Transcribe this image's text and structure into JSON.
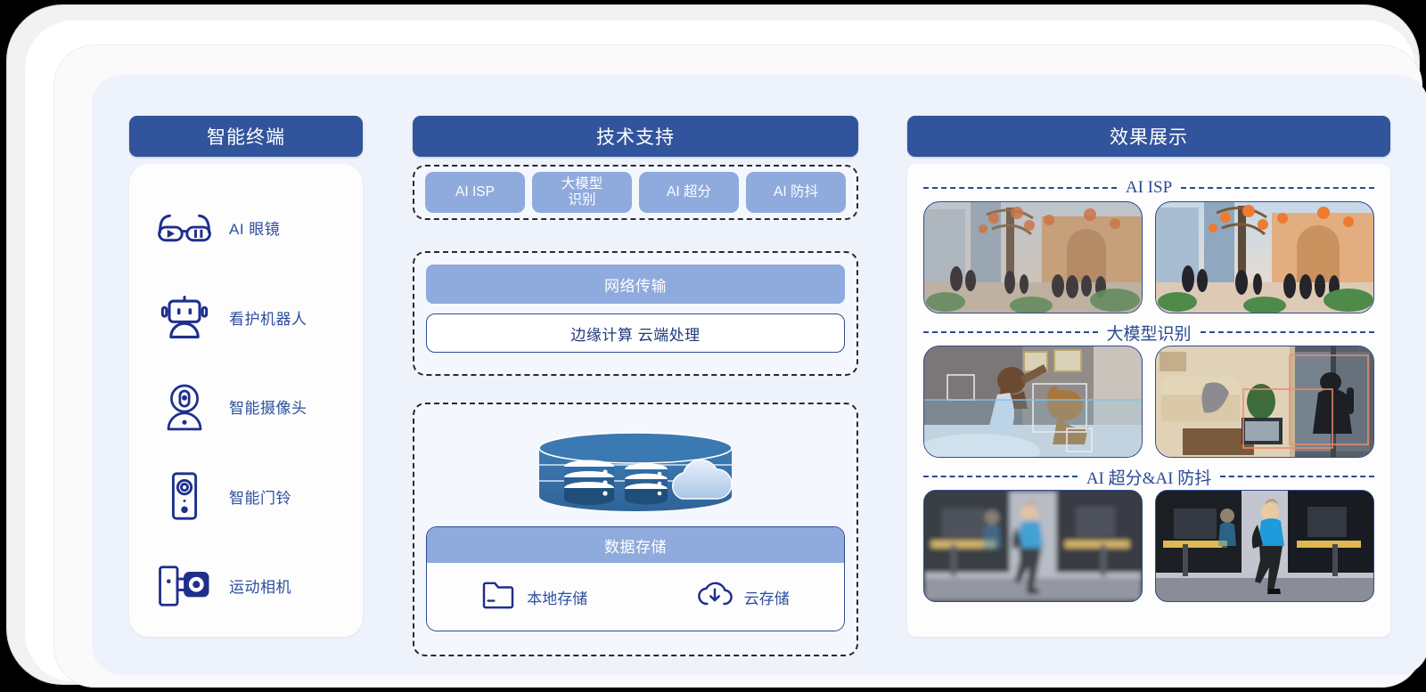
{
  "columns": {
    "terminals": {
      "header": "智能终端",
      "items": [
        {
          "label": "AI 眼镜",
          "icon": "ai-glasses-icon"
        },
        {
          "label": "看护机器人",
          "icon": "care-robot-icon"
        },
        {
          "label": "智能摄像头",
          "icon": "smart-camera-icon"
        },
        {
          "label": "智能门铃",
          "icon": "smart-doorbell-icon"
        },
        {
          "label": "运动相机",
          "icon": "action-camera-icon"
        }
      ]
    },
    "tech": {
      "header": "技术支持",
      "badges": [
        {
          "label": "AI ISP"
        },
        {
          "label": "大模型\n识别"
        },
        {
          "label": "AI 超分"
        },
        {
          "label": "AI 防抖"
        }
      ],
      "network": {
        "title": "网络传输",
        "detail": "边缘计算  云端处理"
      },
      "storage": {
        "title": "数据存储",
        "art_icon": "database-cloud-icon",
        "items": [
          {
            "label": "本地存储",
            "icon": "folder-icon"
          },
          {
            "label": "云存储",
            "icon": "cloud-download-icon"
          }
        ]
      }
    },
    "showcase": {
      "header": "效果展示",
      "sections": [
        {
          "label": "AI ISP",
          "images": [
            {
              "caption": "plaza-daylight-before"
            },
            {
              "caption": "plaza-daylight-after"
            }
          ]
        },
        {
          "label": "大模型识别",
          "images": [
            {
              "caption": "bedroom-person-dog-detection"
            },
            {
              "caption": "livingroom-intruder-detection"
            }
          ]
        },
        {
          "label": "AI 超分&AI 防抖",
          "images": [
            {
              "caption": "pedestrian-blurry"
            },
            {
              "caption": "pedestrian-sharp"
            }
          ]
        }
      ]
    }
  },
  "colors": {
    "header_blue": "#31549C",
    "badge_blue": "#8FAADC",
    "text_blue": "#2b4fa0",
    "screen_bg": "#eef2fa",
    "card_bg": "#fdfdfd"
  }
}
